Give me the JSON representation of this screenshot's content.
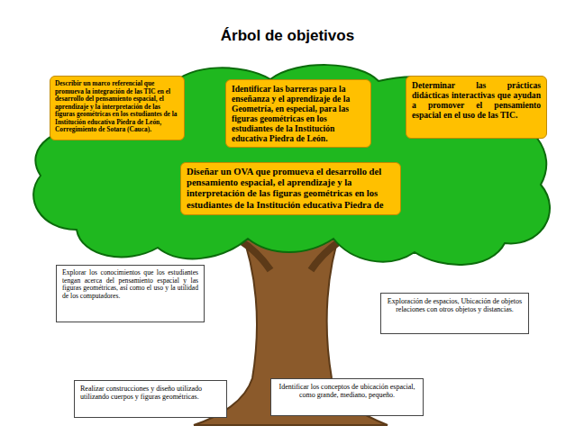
{
  "diagram": {
    "title": "Árbol de objetivos",
    "nodes": [
      {
        "text": [
          "Describir un marco referencial que promueva la integración de las TIC en el desarrollo del pensamiento espacial, el aprendizaje y la interpretación de las figuras geométricas en los estudiantes de la Institución educativa Piedra de León, Corregimiento de Sotara (Cauca)."
        ]
      },
      {
        "text": [
          "Identificar las barreras para la enseñanza y el aprendizaje de la Geometría, en especial, para las figuras geométricas en los estudiantes de la Institución educativa Piedra de León."
        ]
      },
      {
        "text": [
          "Determinar las prácticas didácticas interactivas que ayudan a promover el pensamiento espacial en el uso de las TIC."
        ]
      },
      {
        "text": [
          "Diseñar un OVA que promueva el desarrollo del pensamiento espacial, el aprendizaje y la interpretación de las figuras geométricas en los estudiantes de la Institución educativa Piedra de"
        ]
      },
      {
        "text": [
          "Explorar los conocimientos que los estudiantes tengan acerca del pensamiento espacial y las figuras geométricas, así como el uso y la utilidad de los computadores."
        ]
      },
      {
        "text": [
          "Exploración de espacios, Ubicación de objetos relaciones con otros objetos y distancias."
        ]
      },
      {
        "text": [
          "Realizar construcciones y diseño utilizado utilizando cuerpos y figuras geométricas."
        ]
      },
      {
        "text": [
          "Identificar los conceptos de ubicación espacial, como grande, mediano, pequeño."
        ]
      }
    ]
  }
}
